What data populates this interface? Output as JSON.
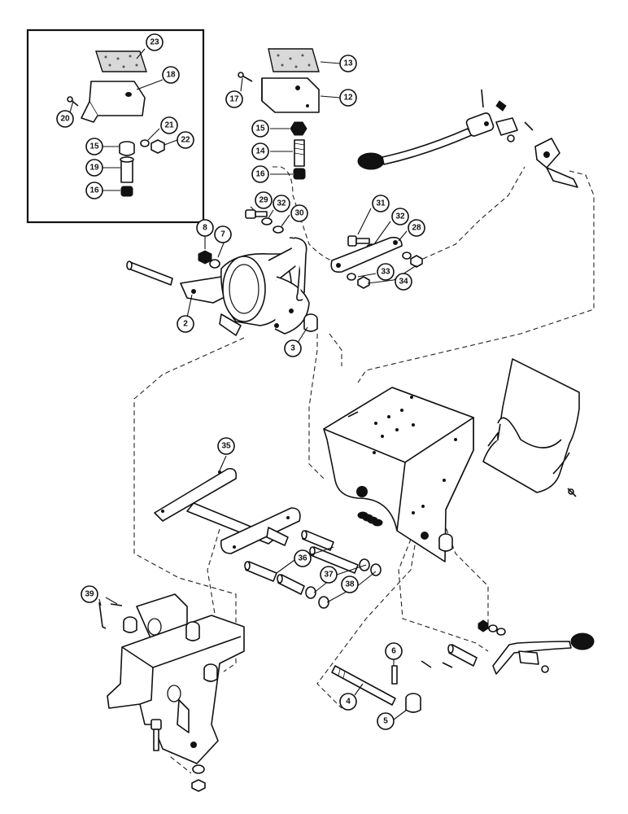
{
  "callouts": [
    {
      "id": "c23",
      "label": "23"
    },
    {
      "id": "c18",
      "label": "18"
    },
    {
      "id": "c20",
      "label": "20"
    },
    {
      "id": "c21",
      "label": "21"
    },
    {
      "id": "c22",
      "label": "22"
    },
    {
      "id": "c15a",
      "label": "15"
    },
    {
      "id": "c19",
      "label": "19"
    },
    {
      "id": "c16a",
      "label": "16"
    },
    {
      "id": "c13",
      "label": "13"
    },
    {
      "id": "c12",
      "label": "12"
    },
    {
      "id": "c17",
      "label": "17"
    },
    {
      "id": "c15b",
      "label": "15"
    },
    {
      "id": "c14",
      "label": "14"
    },
    {
      "id": "c16b",
      "label": "16"
    },
    {
      "id": "c29",
      "label": "29"
    },
    {
      "id": "c32a",
      "label": "32"
    },
    {
      "id": "c30",
      "label": "30"
    },
    {
      "id": "c31",
      "label": "31"
    },
    {
      "id": "c32b",
      "label": "32"
    },
    {
      "id": "c28",
      "label": "28"
    },
    {
      "id": "c8",
      "label": "8"
    },
    {
      "id": "c7",
      "label": "7"
    },
    {
      "id": "c33",
      "label": "33"
    },
    {
      "id": "c34",
      "label": "34"
    },
    {
      "id": "c2",
      "label": "2"
    },
    {
      "id": "c3",
      "label": "3"
    },
    {
      "id": "c35",
      "label": "35"
    },
    {
      "id": "c36",
      "label": "36"
    },
    {
      "id": "c37",
      "label": "37"
    },
    {
      "id": "c38",
      "label": "38"
    },
    {
      "id": "c39",
      "label": "39"
    },
    {
      "id": "c6",
      "label": "6"
    },
    {
      "id": "c4",
      "label": "4"
    },
    {
      "id": "c5",
      "label": "5"
    }
  ]
}
